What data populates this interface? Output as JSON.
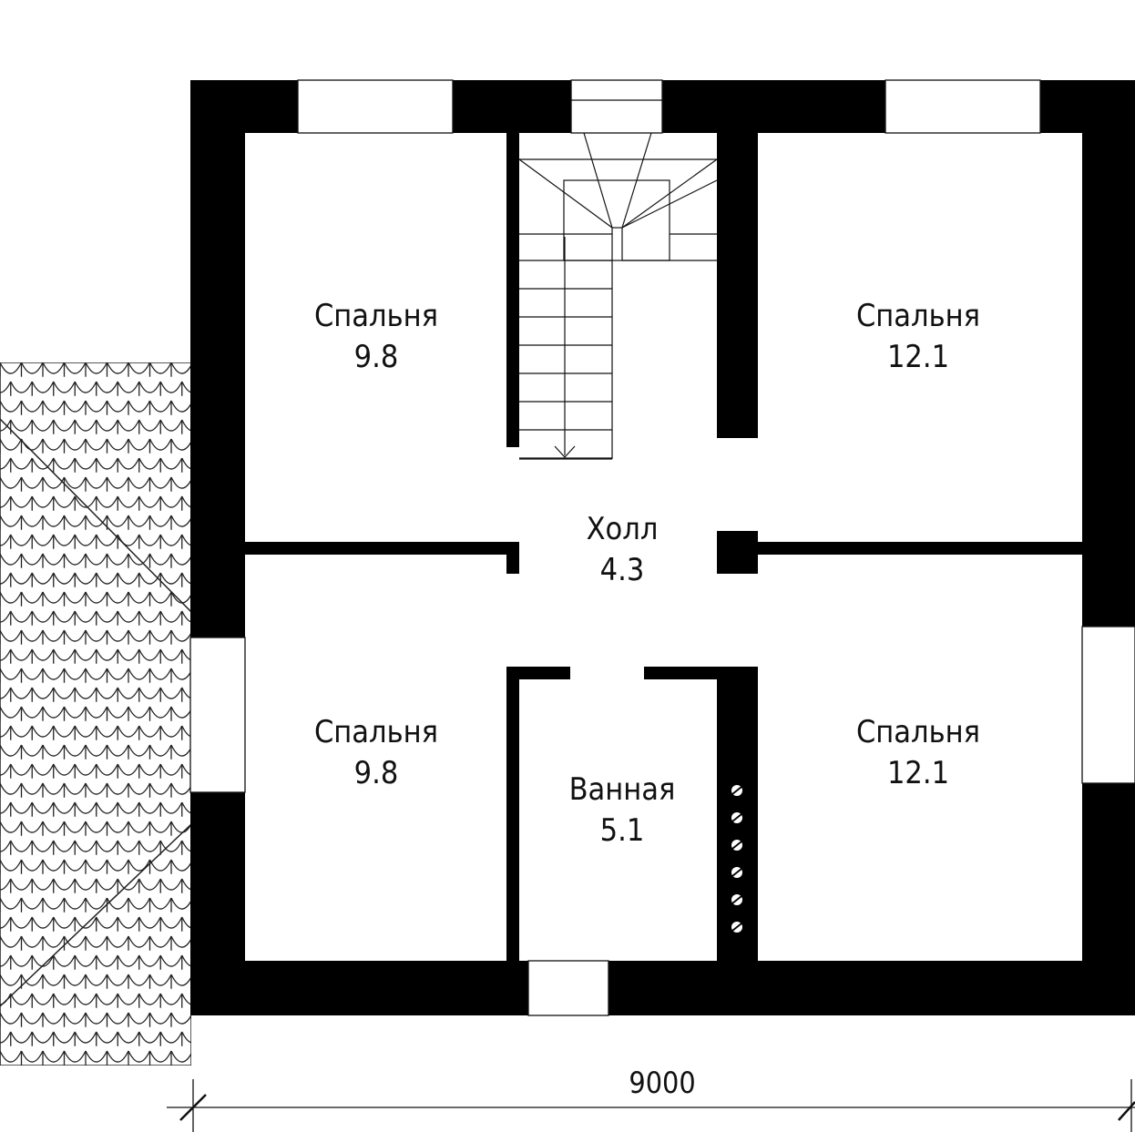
{
  "plan": {
    "rooms": [
      {
        "id": "bedroom-nw",
        "name": "Спальня",
        "area": "9.8"
      },
      {
        "id": "bedroom-ne",
        "name": "Спальня",
        "area": "12.1"
      },
      {
        "id": "hall",
        "name": "Холл",
        "area": "4.3"
      },
      {
        "id": "bedroom-sw",
        "name": "Спальня",
        "area": "9.8"
      },
      {
        "id": "bathroom",
        "name": "Ванная",
        "area": "5.1"
      },
      {
        "id": "bedroom-se",
        "name": "Спальня",
        "area": "12.1"
      }
    ],
    "dimension": "9000",
    "colors": {
      "wall": "#000000",
      "line": "#111111",
      "background": "#ffffff"
    }
  }
}
